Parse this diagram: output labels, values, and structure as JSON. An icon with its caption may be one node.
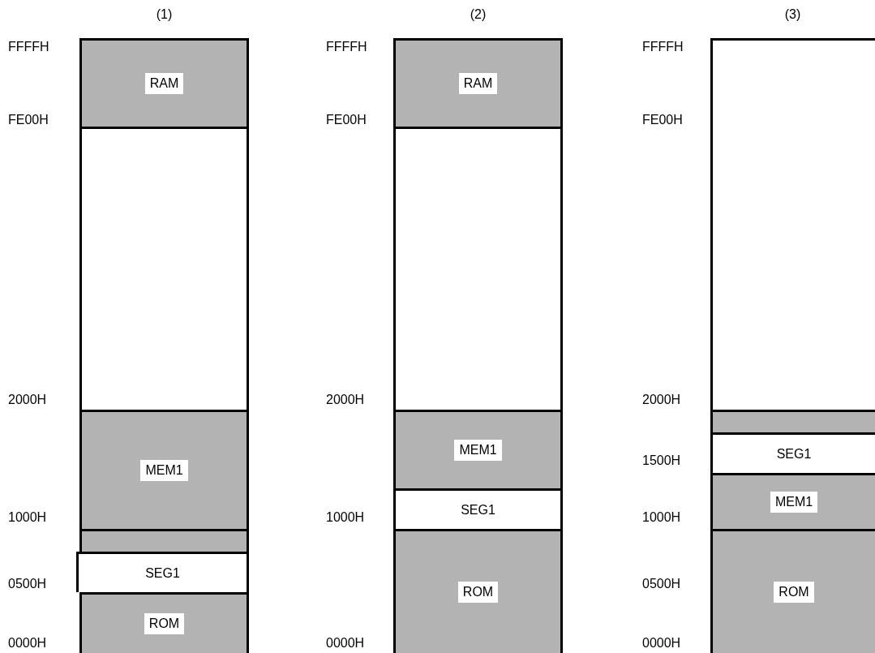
{
  "diagram": {
    "nodes": [
      {
        "text": [
          "(1)"
        ],
        "beside": [
          "FFFFH",
          "FE00H",
          "2000H",
          "1000H",
          "0500H",
          "0000H"
        ]
      },
      {
        "text": [
          "RAM"
        ],
        "in": 0
      },
      {
        "text": [],
        "shape": "box",
        "in": 0
      },
      {
        "text": [
          "MEM1"
        ],
        "in": 0
      },
      {
        "text": [],
        "shape": "box",
        "in": 0
      },
      {
        "text": [
          "SEG1"
        ],
        "in": 0
      },
      {
        "text": [
          "ROM"
        ],
        "in": 0
      },
      {
        "text": [
          "(2)"
        ],
        "beside": [
          "FFFFH",
          "FE00H",
          "2000H",
          "1000H",
          "0000H"
        ]
      },
      {
        "text": [
          "RAM"
        ],
        "in": 7
      },
      {
        "text": [],
        "shape": "box",
        "in": 7
      },
      {
        "text": [
          "MEM1"
        ],
        "in": 7
      },
      {
        "text": [
          "SEG1"
        ],
        "in": 7
      },
      {
        "text": [
          "ROM"
        ],
        "in": 7
      },
      {
        "text": [
          "(3)"
        ],
        "beside": [
          "FFFFH",
          "FE00H",
          "2000H",
          "1500H",
          "1000H",
          "0500H",
          "0000H"
        ]
      },
      {
        "text": [],
        "shape": "box",
        "in": 13
      },
      {
        "text": [],
        "shape": "box",
        "in": 13
      },
      {
        "text": [
          "SEG1"
        ],
        "in": 13
      },
      {
        "text": [
          "MEM1"
        ],
        "in": 13
      },
      {
        "text": [
          "ROM"
        ],
        "in": 13
      }
    ],
    "edges": []
  }
}
